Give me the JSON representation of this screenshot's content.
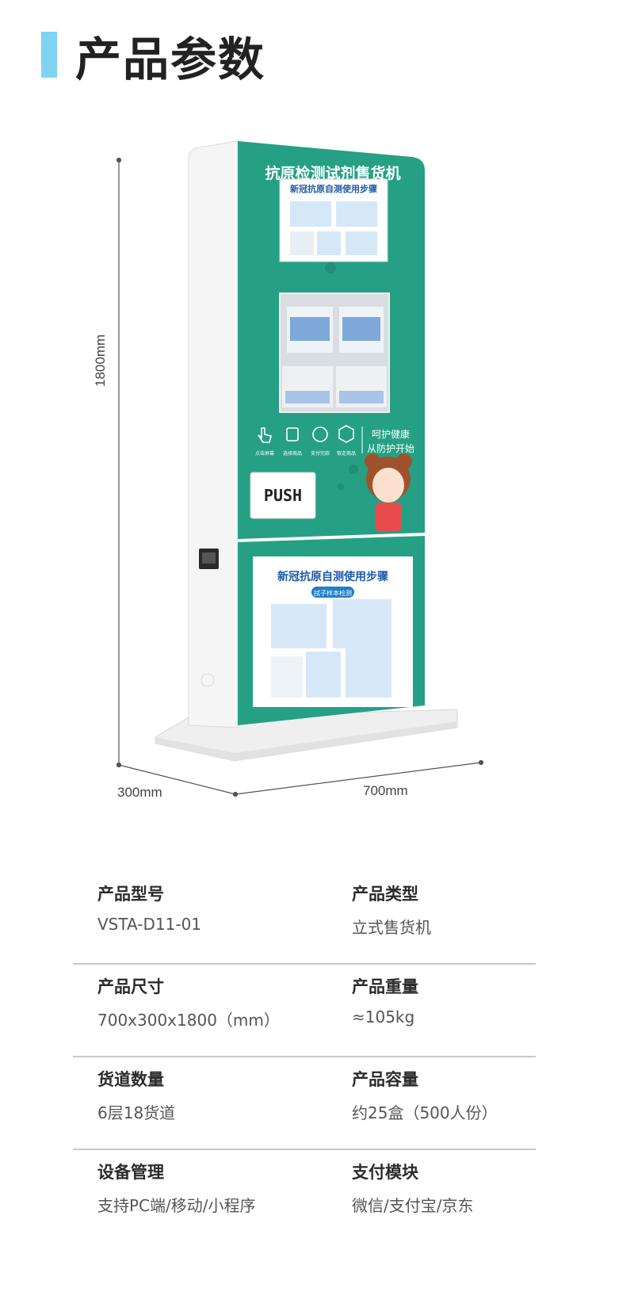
{
  "header": {
    "title": "产品参数"
  },
  "machine": {
    "top_banner": "抗原检测试剂售货机",
    "screen_title": "新冠抗原自测使用步骤",
    "poster_title": "新冠抗原自测使用步骤",
    "poster_subtitle": "拭子样本检测",
    "push_label": "PUSH",
    "slogan_line1": "呵护健康",
    "slogan_line2": "从防护开始",
    "steps": [
      "点击屏幕",
      "选择商品",
      "支付完款",
      "取走商品"
    ]
  },
  "dimensions": {
    "height": "1800mm",
    "depth": "300mm",
    "width": "700mm"
  },
  "specs": [
    {
      "left": {
        "label": "产品型号",
        "value": "VSTA-D11-01"
      },
      "right": {
        "label": "产品类型",
        "value": "立式售货机"
      }
    },
    {
      "left": {
        "label": "产品尺寸",
        "value": "700x300x1800（mm）"
      },
      "right": {
        "label": "产品重量",
        "value": "≈105kg"
      }
    },
    {
      "left": {
        "label": "货道数量",
        "value": "6层18货道"
      },
      "right": {
        "label": "产品容量",
        "value": "约25盒（500人份）"
      }
    },
    {
      "left": {
        "label": "设备管理",
        "value": "支持PC端/移动/小程序"
      },
      "right": {
        "label": "支付模块",
        "value": "微信/支付宝/京东"
      }
    }
  ],
  "colors": {
    "accent": "#7fd3f0",
    "machine_green": "#25a085",
    "machine_white": "#f3f3f3"
  }
}
